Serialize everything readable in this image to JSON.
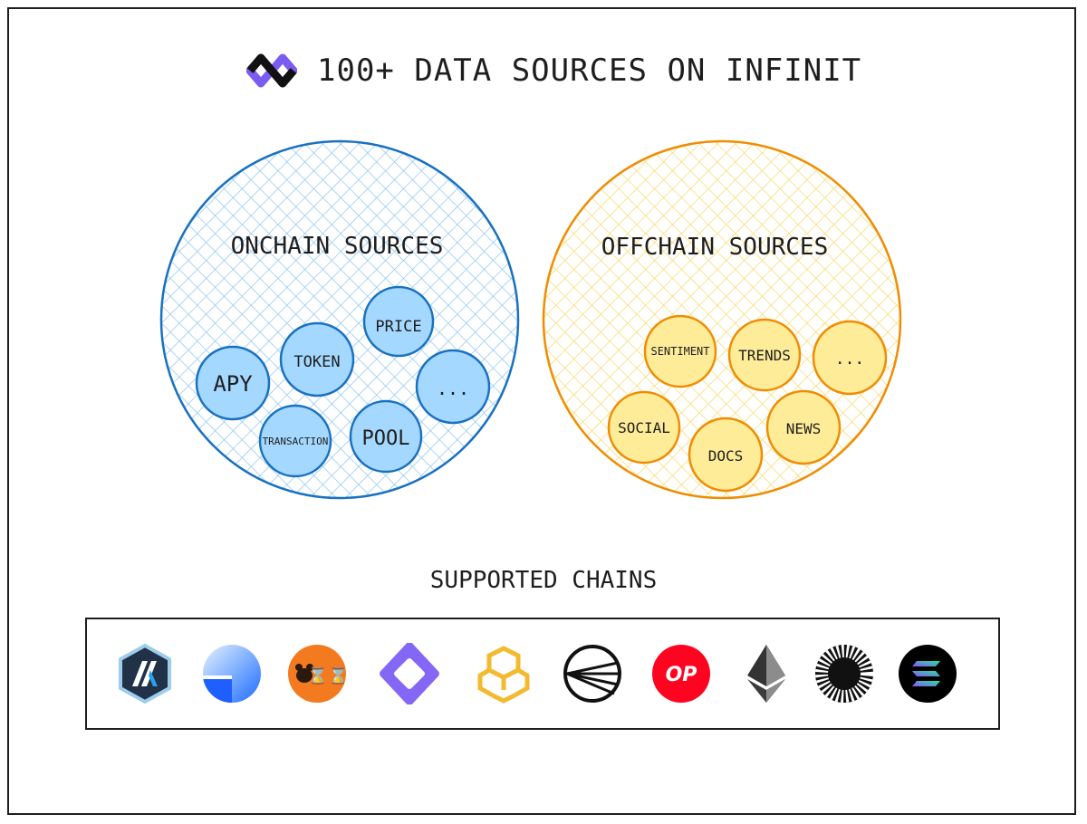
{
  "header": {
    "title": "100+ DATA SOURCES ON INFINIT",
    "logo_icon": "infinit-logo-icon"
  },
  "onchain": {
    "title": "ONCHAIN SOURCES",
    "color_stroke": "#1971c2",
    "color_fill": "#a5d8ff",
    "items": [
      "PRICE",
      "TOKEN",
      "APY",
      "...",
      "TRANSACTION",
      "POOL"
    ]
  },
  "offchain": {
    "title": "OFFCHAIN SOURCES",
    "color_stroke": "#f08c00",
    "color_fill": "#ffec99",
    "items": [
      "SENTIMENT",
      "TRENDS",
      "...",
      "SOCIAL",
      "NEWS",
      "DOCS"
    ]
  },
  "chains": {
    "title": "SUPPORTED CHAINS",
    "icons": [
      "arbitrum-icon",
      "base-icon",
      "berachain-icon",
      "blast-icon",
      "bnb-icon",
      "linea-icon",
      "optimism-icon",
      "ethereum-icon",
      "zksync-icon",
      "solana-icon"
    ],
    "optimism_label": "OP"
  }
}
